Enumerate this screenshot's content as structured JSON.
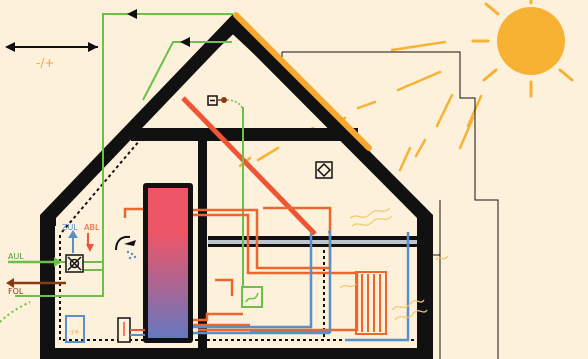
{
  "labels": {
    "power_sign": "-/+",
    "supply_air": "ZUL",
    "exhaust_air": "ABL",
    "outdoor_air": "AUL",
    "outgoing_air": "FOL",
    "inverter_sign": "-/+"
  },
  "colors": {
    "background": "#fdf1dc",
    "sun": "#f7b233",
    "roof_pv": "#f7a72e",
    "wall": "#111111",
    "solar_pipe": "#ee5533",
    "heating_pipe": "#f0642e",
    "water_pipe": "#5b8fc8",
    "ventilation": "#6cc04a",
    "tank_top": "#ee5566",
    "tank_bottom": "#6677c0",
    "exhaust": "#8b3a10",
    "heat_wave": "#f2c76a"
  },
  "icons": [
    "sun-icon",
    "power-arrow-icon",
    "fan-icon",
    "shower-icon",
    "heat-pump-icon",
    "inverter-icon",
    "controller-icon",
    "radiator-icon",
    "ventilation-unit-icon"
  ]
}
